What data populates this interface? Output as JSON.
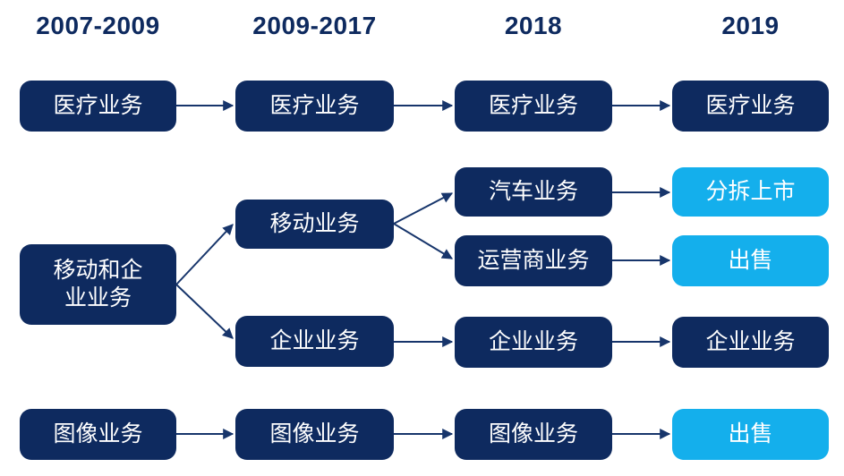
{
  "headers": [
    {
      "label": "2007-2009"
    },
    {
      "label": "2009-2017"
    },
    {
      "label": "2018"
    },
    {
      "label": "2019"
    }
  ],
  "nodes": [
    {
      "id": "medical-2007",
      "label": "医疗业务",
      "variant": "dark"
    },
    {
      "id": "medical-2009",
      "label": "医疗业务",
      "variant": "dark"
    },
    {
      "id": "medical-2018",
      "label": "医疗业务",
      "variant": "dark"
    },
    {
      "id": "medical-2019",
      "label": "医疗业务",
      "variant": "dark"
    },
    {
      "id": "auto-2018",
      "label": "汽车业务",
      "variant": "dark"
    },
    {
      "id": "spinoff-ipo-2019",
      "label": "分拆上市",
      "variant": "light"
    },
    {
      "id": "mobile-2009",
      "label": "移动业务",
      "variant": "dark"
    },
    {
      "id": "carrier-2018",
      "label": "运营商业务",
      "variant": "dark"
    },
    {
      "id": "sold-carrier-2019",
      "label": "出售",
      "variant": "light"
    },
    {
      "id": "mobile-enterprise-2007",
      "label": "移动和企业业务",
      "variant": "dark"
    },
    {
      "id": "enterprise-2009",
      "label": "企业业务",
      "variant": "dark"
    },
    {
      "id": "enterprise-2018",
      "label": "企业业务",
      "variant": "dark"
    },
    {
      "id": "enterprise-2019",
      "label": "企业业务",
      "variant": "dark"
    },
    {
      "id": "imaging-2007",
      "label": "图像业务",
      "variant": "dark"
    },
    {
      "id": "imaging-2009",
      "label": "图像业务",
      "variant": "dark"
    },
    {
      "id": "imaging-2018",
      "label": "图像业务",
      "variant": "dark"
    },
    {
      "id": "sold-imaging-2019",
      "label": "出售",
      "variant": "light"
    }
  ],
  "colors": {
    "navy": "#0E2A5F",
    "light_blue": "#14AFEC",
    "arrow": "#17356B",
    "box_text": "#FFFFFF",
    "background": "#FFFFFF"
  }
}
